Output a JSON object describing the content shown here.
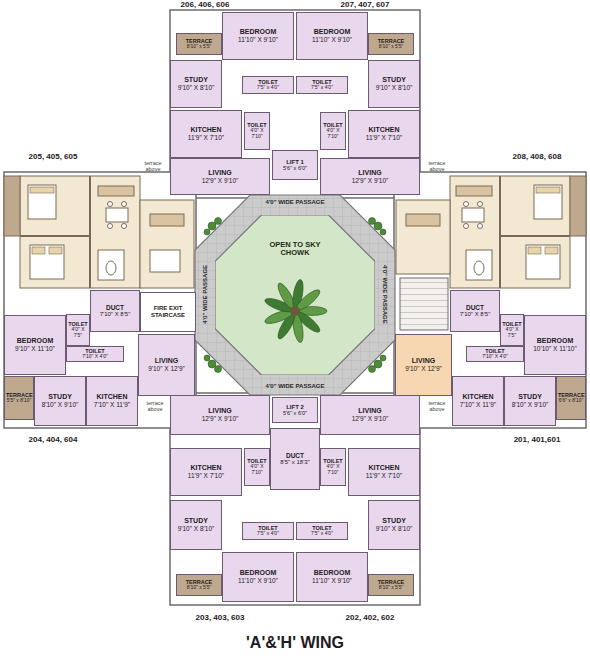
{
  "diagram": {
    "title": "'A'&'H' WING",
    "nodes": [
      {
        "text": [
          "TERRACE",
          "8'10\" x 5'5\""
        ]
      },
      {
        "text": [
          "BEDROOM",
          "11'10\" X 9'10\""
        ]
      },
      {
        "text": [
          "BEDROOM",
          "11'10\" X 9'10\""
        ]
      },
      {
        "text": [
          "TERRACE",
          "8'10\" x 5'5\""
        ]
      },
      {
        "text": [
          "STUDY",
          "9'10\" X 8'10\""
        ]
      },
      {
        "text": [
          "TOILET",
          "7'5\" x 4'0\""
        ]
      },
      {
        "text": [
          "TOILET",
          "7'5\" x 4'0\""
        ]
      },
      {
        "text": [
          "STUDY",
          "9'10\" X 8'10\""
        ]
      },
      {
        "text": [
          "KITCHEN",
          "11'9\" X 7'10\""
        ]
      },
      {
        "text": [
          "TOILET",
          "4'0\" X 7'10\""
        ]
      },
      {
        "text": [
          "TOILET",
          "4'0\" X 7'10\""
        ]
      },
      {
        "text": [
          "KITCHEN",
          "11'9\" X 7'10\""
        ]
      },
      {
        "text": [
          "LIVING",
          "12'9\" X 9'10\""
        ]
      },
      {
        "text": [
          "LIFT 1",
          "5'6\" x 6'0\""
        ]
      },
      {
        "text": [
          "LIVING",
          "12'9\" X 9'10\""
        ]
      },
      {
        "text": [
          "DUCT",
          "7'10\" X 8'5\""
        ]
      },
      {
        "text": [
          "FIRE EXIT STAIRCASE"
        ]
      },
      {
        "text": [
          "BEDROOM",
          "9'10\" X 11'10\""
        ]
      },
      {
        "text": [
          "TOILET",
          "4'0\" X 7'5\""
        ]
      },
      {
        "text": [
          "TOILET",
          "7'10\" X 4'0\""
        ]
      },
      {
        "text": [
          "LIVING",
          "9'10\" X 12'9\""
        ]
      },
      {
        "text": [
          "TERRACE",
          "5'5\" x 8'10\""
        ]
      },
      {
        "text": [
          "STUDY",
          "8'10\" X 9'10\""
        ]
      },
      {
        "text": [
          "KITCHEN",
          "7'10\" X 11'9\""
        ]
      },
      {
        "text": [
          "OPEN TO SKY CHOWK"
        ]
      },
      {
        "text": [
          "DUCT",
          "7'10\" X 8'5\""
        ]
      },
      {
        "text": [
          "TOILET",
          "4'0\" X 7'5\""
        ]
      },
      {
        "text": [
          "BEDROOM",
          "10'10\" X 11'10\""
        ]
      },
      {
        "text": [
          "TOILET",
          "7'10\" X 4'0\""
        ]
      },
      {
        "text": [
          "LIVING",
          "9'10\" X 12'9\""
        ]
      },
      {
        "text": [
          "KITCHEN",
          "7'10\" X 11'9\""
        ]
      },
      {
        "text": [
          "STUDY",
          "8'10\" X 9'10\""
        ]
      },
      {
        "text": [
          "TERRACE",
          "6'6\" x 8'10\""
        ]
      },
      {
        "text": [
          "LIVING",
          "12'9\" X 9'10\""
        ]
      },
      {
        "text": [
          "LIFT 2",
          "5'6\" x 6'0\""
        ]
      },
      {
        "text": [
          "LIVING",
          "12'9\" X 9'10\""
        ]
      },
      {
        "text": [
          "DUCT",
          "8'5\" x 18'3\""
        ]
      },
      {
        "text": [
          "KITCHEN",
          "11'9\" X 7'10\""
        ]
      },
      {
        "text": [
          "TOILET",
          "4'0\" X 7'10\""
        ]
      },
      {
        "text": [
          "TOILET",
          "4'0\" X 7'10\""
        ]
      },
      {
        "text": [
          "KITCHEN",
          "11'9\" X 7'10\""
        ]
      },
      {
        "text": [
          "STUDY",
          "9'10\" X 8'10\""
        ]
      },
      {
        "text": [
          "TOILET",
          "7'5\" x 4'0\""
        ]
      },
      {
        "text": [
          "TOILET",
          "7'5\" x 4'0\""
        ]
      },
      {
        "text": [
          "STUDY",
          "9'10\" X 8'10\""
        ]
      },
      {
        "text": [
          "TERRACE",
          "8'10\" x 5'5\""
        ]
      },
      {
        "text": [
          "BEDROOM",
          "11'10\" X 9'10\""
        ]
      },
      {
        "text": [
          "BEDROOM",
          "11'10\" X 9'10\""
        ]
      },
      {
        "text": [
          "TERRACE",
          "8'10\" x 5'5\""
        ]
      }
    ],
    "labels": [
      "206, 406, 606",
      "207, 407, 607",
      "205, 405, 605",
      "208, 408, 608",
      "terrace above",
      "terrace above",
      "4'0\" WIDE PASSAGE",
      "4'0\" WIDE PASSAGE",
      "4'0\" WIDE PASSAGE",
      "4'0\" WIDE PASSAGE",
      "terrace above",
      "terrace above",
      "204, 404, 604",
      "201, 401,601",
      "203, 403, 603",
      "202, 402, 602"
    ]
  }
}
